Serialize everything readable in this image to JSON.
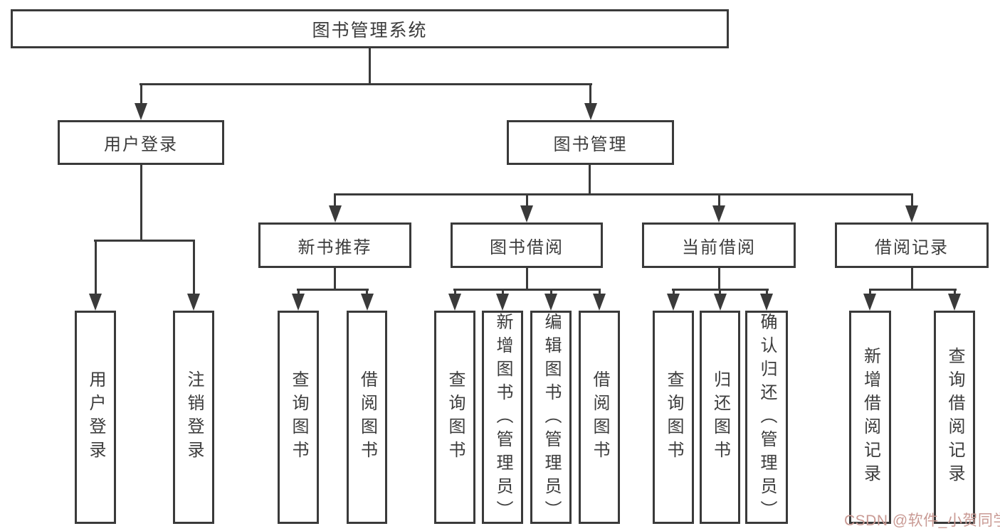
{
  "tree": {
    "root": {
      "label": "图书管理系统"
    },
    "branches": [
      {
        "label": "用户登录",
        "children": [
          "用户登录",
          "注销登录"
        ]
      },
      {
        "label": "图书管理",
        "groups": [
          {
            "label": "新书推荐",
            "children": [
              "查询图书",
              "借阅图书"
            ]
          },
          {
            "label": "图书借阅",
            "children": [
              "查询图书",
              "新增图书（管理员）",
              "编辑图书（管理员）",
              "借阅图书"
            ]
          },
          {
            "label": "当前借阅",
            "children": [
              "查询图书",
              "归还图书",
              "确认归还（管理员）"
            ]
          },
          {
            "label": "借阅记录",
            "children": [
              "新增借阅记录",
              "查询借阅记录"
            ]
          }
        ]
      }
    ]
  },
  "watermark": {
    "text": "CSDN @软件_小贺同学",
    "color": "#c99a94"
  },
  "style": {
    "line_color": "#3a3a3a",
    "text_color": "#3c3c3c",
    "background": "#ffffff"
  }
}
